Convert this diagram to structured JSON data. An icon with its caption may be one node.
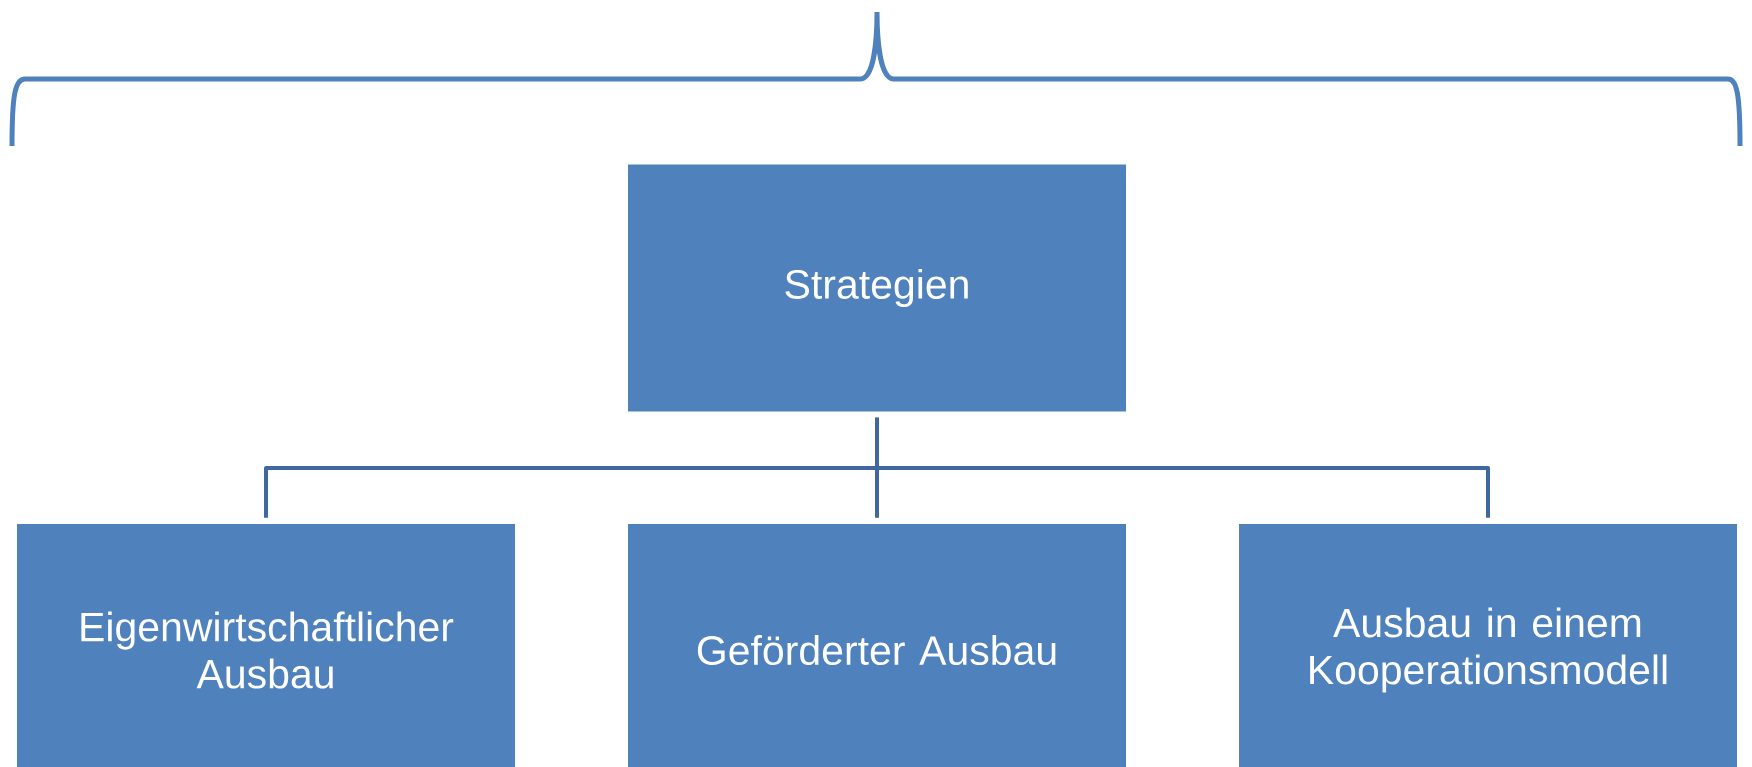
{
  "diagram": {
    "nodes": [
      {
        "text": [
          "Strategien"
        ]
      },
      {
        "text": [
          "Eigenwirtschaftlicher Ausbau"
        ]
      },
      {
        "text": [
          "Geförderter Ausbau"
        ]
      },
      {
        "text": [
          "Ausbau in einem Kooperationsmodell"
        ]
      }
    ],
    "edges": [
      {
        "from": 0,
        "to": 1,
        "arrow": "none"
      },
      {
        "from": 0,
        "to": 2,
        "arrow": "none"
      },
      {
        "from": 0,
        "to": 3,
        "arrow": "none"
      }
    ]
  }
}
